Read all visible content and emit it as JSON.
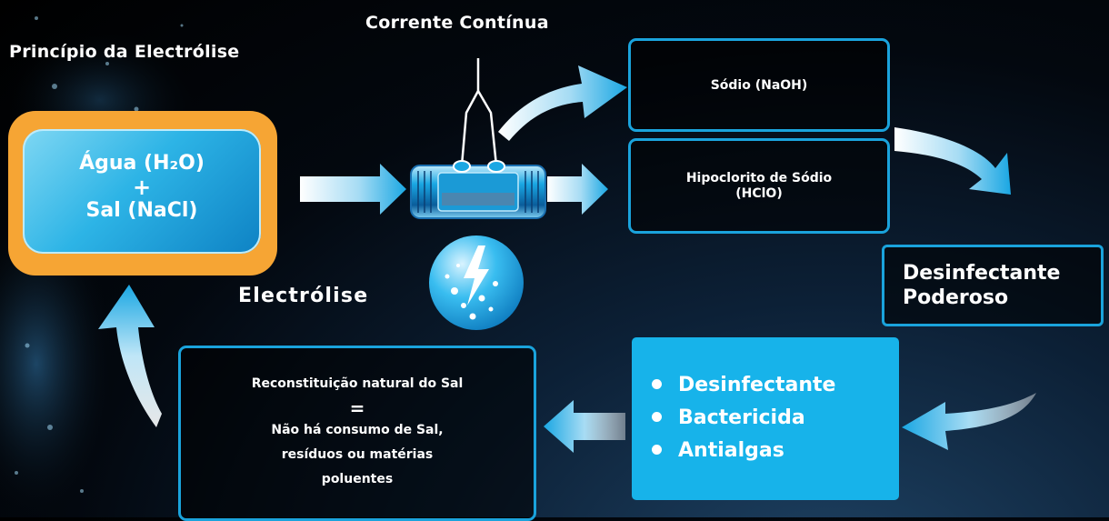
{
  "title": "Princípio da Electrólise",
  "current_label": "Corrente Contínua",
  "input": {
    "line1": "Água (H₂O)",
    "plus": "+",
    "line2": "Sal (NaCl)"
  },
  "electrolysis_label": "Electrólise",
  "products": {
    "sodium": "Sódio (NaOH)",
    "hypochlorite_line1": "Hipoclorito de Sódio",
    "hypochlorite_line2": "(HClO)"
  },
  "result": {
    "line1": "Desinfectante",
    "line2": "Poderoso"
  },
  "properties": [
    "Desinfectante",
    "Bactericida",
    "Antialgas"
  ],
  "reconstitution": {
    "line1": "Reconstituição natural do Sal",
    "equals": "=",
    "line2": "Não há consumo de Sal,",
    "line3": "resíduos ou matérias",
    "line4": "poluentes"
  },
  "colors": {
    "accent_blue": "#1aa3dc",
    "cyan_box": "#17b3ea",
    "orange_frame": "#f6a534",
    "background": "#000000"
  },
  "icons": [
    "electrolysis-cell-icon",
    "lightning-bubbles-icon",
    "flow-arrow-icon"
  ]
}
